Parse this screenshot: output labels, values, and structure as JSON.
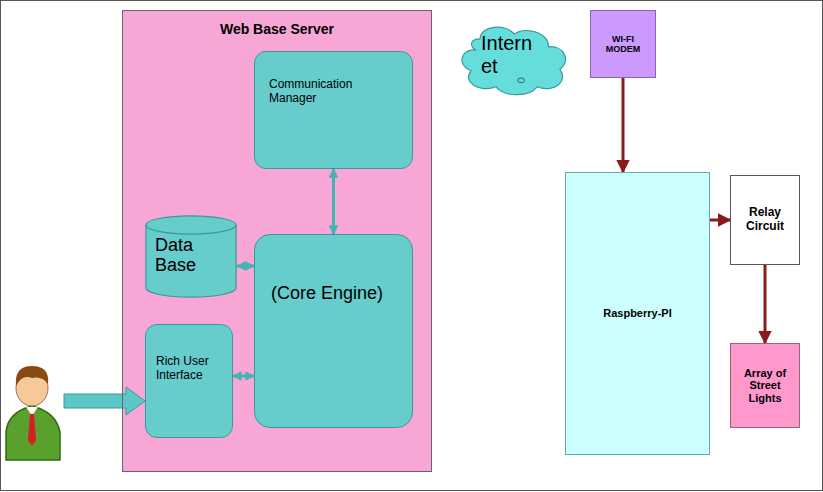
{
  "diagram": {
    "nodes": [
      {
        "text": [
          "Web Base Server"
        ]
      },
      {
        "text": [
          "Communication Manager"
        ],
        "in": 0
      },
      {
        "text": [
          "Data Base"
        ],
        "in": 0
      },
      {
        "text": [
          "(Core Engine)"
        ],
        "in": 0
      },
      {
        "text": [
          "Rich User Interface"
        ],
        "in": 0
      },
      {
        "text": [
          "Intern et"
        ]
      },
      {
        "text": [
          "WI-FI MODEM"
        ]
      },
      {
        "text": [
          "Raspberry-PI"
        ]
      },
      {
        "text": [
          "Relay Circuit"
        ]
      },
      {
        "text": [
          "Array of Street Lights"
        ]
      }
    ],
    "edges": [
      {
        "from": 1,
        "to": 3,
        "arrow": "both"
      },
      {
        "from": 2,
        "to": 3,
        "arrow": "both"
      },
      {
        "from": 4,
        "to": 3,
        "arrow": "both"
      },
      {
        "from": 6,
        "to": 7,
        "arrow": "to"
      },
      {
        "from": 7,
        "to": 8,
        "arrow": "to"
      },
      {
        "from": 8,
        "to": 9,
        "arrow": "to"
      }
    ]
  }
}
